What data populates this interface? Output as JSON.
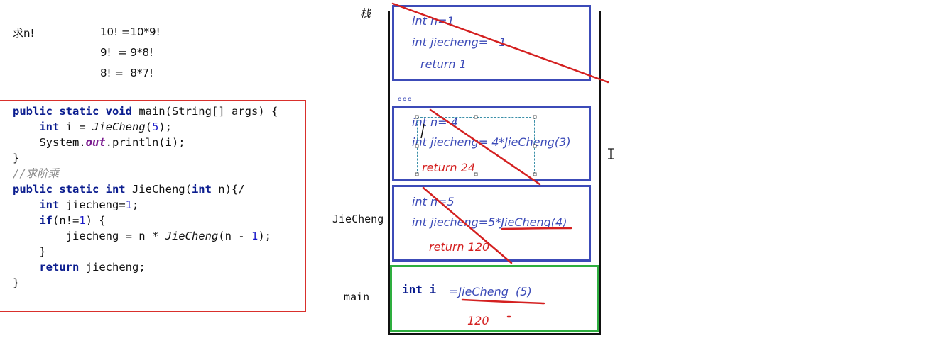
{
  "notes": {
    "title": "求n!",
    "lines": [
      "10! =10*9!",
      "9!  = 9*8!",
      "8! =  8*7!"
    ]
  },
  "code": {
    "line1": {
      "kw": "public static void",
      "rest": " main(String[] args) {"
    },
    "line2": {
      "indent": "    ",
      "kw": "int",
      "mid": " i = ",
      "call": "JieCheng",
      "open": "(",
      "num": "5",
      "close": ");"
    },
    "line3": {
      "indent": "    ",
      "pre": "System.",
      "field": "out",
      "post": ".println(i);"
    },
    "line4": "}",
    "comment": "//求阶乘",
    "line6": {
      "kw1": "public static int",
      "mid": " JieCheng(",
      "kw2": "int",
      "post": " n){/"
    },
    "line7": {
      "indent": "    ",
      "kw": "int",
      "mid": " jiecheng=",
      "num": "1",
      "post": ";"
    },
    "line8": {
      "indent": "    ",
      "kw": "if",
      "mid": "(n!=",
      "num": "1",
      "post": ") {"
    },
    "line9": {
      "indent": "        ",
      "pre": "jiecheng = n * ",
      "call": "JieCheng",
      "mid": "(n - ",
      "num": "1",
      "post": ");"
    },
    "line10": "    }",
    "line11": {
      "indent": "    ",
      "kw": "return",
      "post": " jiecheng;"
    },
    "line12": "}"
  },
  "stack": {
    "title": "栈",
    "frame_top": {
      "n": "int n=1",
      "jiecheng": "int jiecheng=   1",
      "ret": "return 1"
    },
    "dots": "。。。",
    "frame_n4": {
      "n": "int n= 4",
      "jiecheng": "int jiecheng= 4*JieCheng(3)",
      "ret": "return 24"
    },
    "frame_n5": {
      "n": "int n=5",
      "jiecheng_pre": "int jiecheng=5*",
      "jiecheng_call": "JieCheng(4)",
      "ret": "return 120"
    },
    "frame_main": {
      "decl": "int i",
      "assign": "=JieCheng  (5)",
      "result": "120"
    },
    "label_jiecheng": "JieCheng",
    "label_main": "main",
    "cursor_icon": "text-cursor-icon"
  },
  "colors": {
    "frame_blue": "#3c4bb8",
    "frame_green": "#2eae3f",
    "annotation_red": "#d42020",
    "code_box_border": "#d9302c"
  }
}
